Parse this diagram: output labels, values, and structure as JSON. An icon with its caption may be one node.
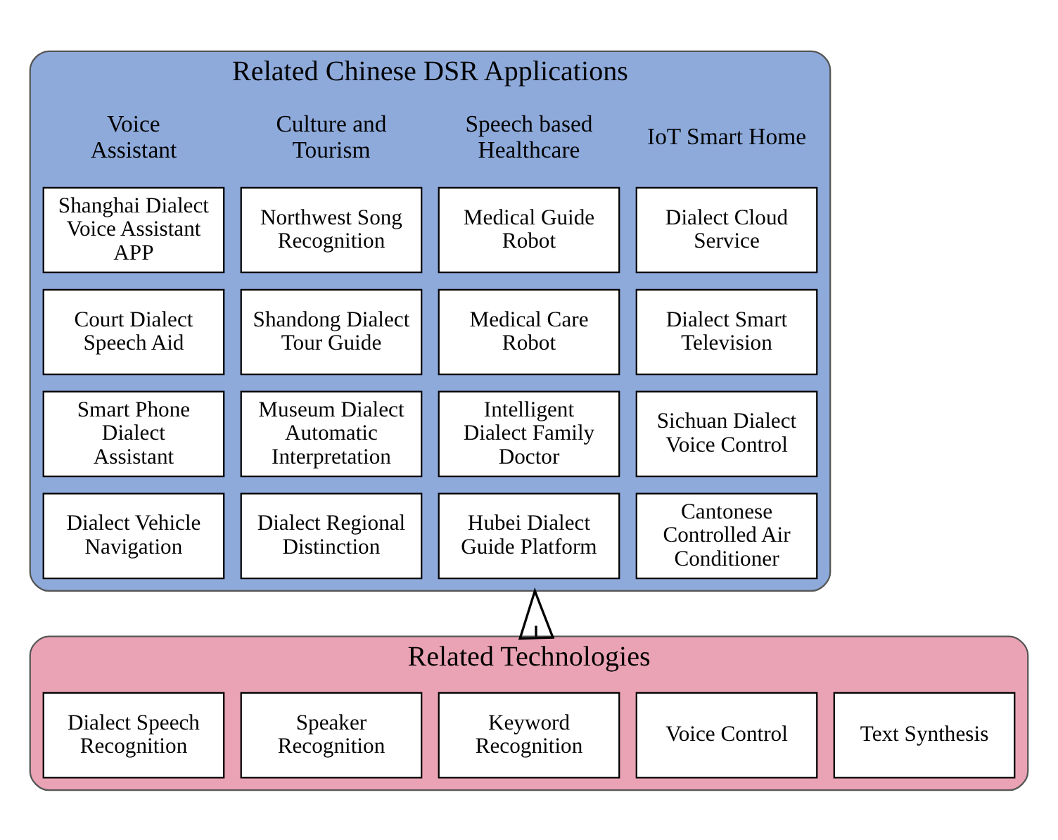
{
  "diagram": {
    "nodes": [
      {
        "text": [
          "Related Chinese DSR Applications"
        ]
      },
      {
        "text": [
          "Shanghai Dialect Voice Assistant APP"
        ],
        "in": 0
      },
      {
        "text": [
          "Northwest Song Recognition"
        ],
        "in": 0
      },
      {
        "text": [
          "Medical Guide Robot"
        ],
        "in": 0
      },
      {
        "text": [
          "Dialect Cloud Service"
        ],
        "in": 0
      },
      {
        "text": [
          "Court Dialect Speech Aid"
        ],
        "in": 0
      },
      {
        "text": [
          "Shandong Dialect Tour Guide"
        ],
        "in": 0
      },
      {
        "text": [
          "Medical Care Robot"
        ],
        "in": 0
      },
      {
        "text": [
          "Dialect Smart Television"
        ],
        "in": 0
      },
      {
        "text": [
          "Smart Phone Dialect Assistant"
        ],
        "in": 0
      },
      {
        "text": [
          "Museum Dialect Automatic Interpretation"
        ],
        "in": 0
      },
      {
        "text": [
          "Intelligent Dialect Family Doctor"
        ],
        "in": 0
      },
      {
        "text": [
          "Sichuan Dialect Voice Control"
        ],
        "in": 0
      },
      {
        "text": [
          "Dialect Vehicle Navigation"
        ],
        "in": 0
      },
      {
        "text": [
          "Dialect Regional Distinction"
        ],
        "in": 0
      },
      {
        "text": [
          "Hubei Dialect Guide Platform"
        ],
        "in": 0
      },
      {
        "text": [
          "Cantonese Controlled Air Conditioner"
        ],
        "in": 0
      },
      {
        "text": [
          "Related Technologies"
        ]
      },
      {
        "text": [
          "Dialect Speech Recognition"
        ],
        "in": 17
      },
      {
        "text": [
          "Speaker Recognition"
        ],
        "in": 17
      },
      {
        "text": [
          "Keyword Recognition"
        ],
        "in": 17
      },
      {
        "text": [
          "Voice Control"
        ],
        "in": 17
      },
      {
        "text": [
          "Text Synthesis"
        ],
        "in": 17
      }
    ],
    "edges": [
      {
        "from": 17,
        "to": 0,
        "arrow": "to"
      }
    ],
    "labels": [
      "Voice Assistant",
      "Culture and Tourism",
      "Speech based Healthcare",
      "IoT Smart Home"
    ]
  }
}
